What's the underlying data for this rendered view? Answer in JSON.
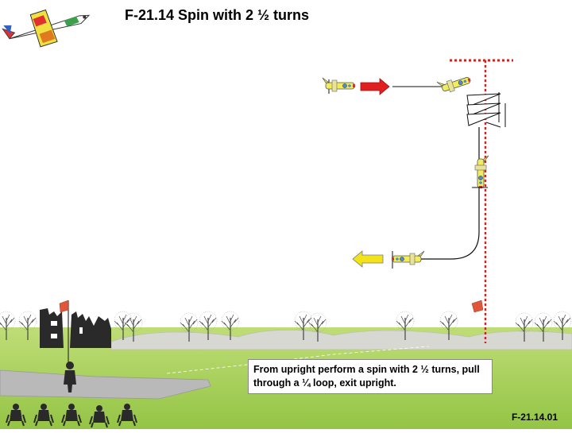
{
  "title": "F-21.14 Spin with 2 ½ turns",
  "description": "From upright perform a spin with 2 ½ turns, pull through a ¼ loop, exit upright.",
  "figure_code": "F-21.14.01",
  "colors": {
    "sky": "#ffffff",
    "grass": "#a6cf5a",
    "runway": "#b9b9b9",
    "silhouette": "#2a2a2a",
    "flight_path": "#000000",
    "box_limit": "#cc2222",
    "entry_arrow": "#e02020",
    "exit_arrow": "#f2e21a",
    "plane_body": "#f3ec5a"
  },
  "icons": [
    "aerobatic-plane-logo-icon",
    "model-plane-icon",
    "flag-icon",
    "castle-ruin-icon",
    "tree-icon",
    "judge-silhouette-icon",
    "pilot-silhouette-icon"
  ]
}
